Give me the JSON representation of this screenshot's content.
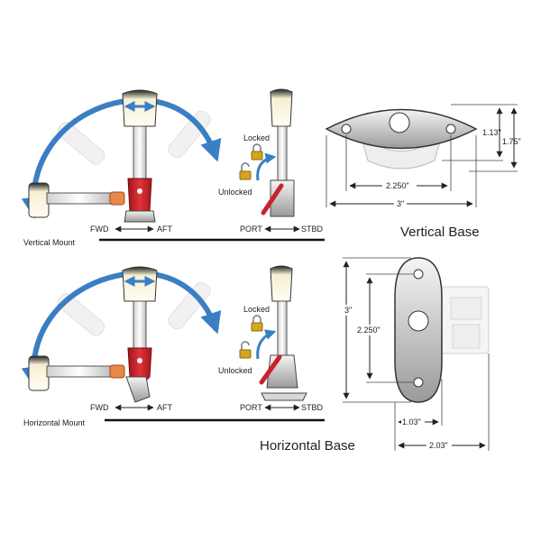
{
  "colors": {
    "arrow": "#3a7fc4",
    "lever": "#c8232c",
    "lever_tip": "#e8884a",
    "pole": "#f2f2f2",
    "outline": "#333333",
    "ghost": "#dcdcdc",
    "base_fill": "#e6e6e6"
  },
  "vertical_mount": {
    "caption": "Vertical Mount",
    "fwd": "FWD",
    "aft": "AFT",
    "port": "PORT",
    "stbd": "STBD",
    "locked": "Locked",
    "unlocked": "Unlocked"
  },
  "horizontal_mount": {
    "caption": "Horizontal Mount",
    "fwd": "FWD",
    "aft": "AFT",
    "port": "PORT",
    "stbd": "STBD",
    "locked": "Locked",
    "unlocked": "Unlocked"
  },
  "vertical_base": {
    "title": "Vertical Base",
    "dim_height_inner": "1.13\"",
    "dim_height_outer": "1.75\"",
    "dim_hole_spacing": "2.250\"",
    "dim_width": "3\""
  },
  "horizontal_base": {
    "title": "Horizontal Base",
    "dim_height_outer": "3\"",
    "dim_hole_spacing": "2.250\"",
    "dim_depth_inner": "1.03\"",
    "dim_depth_outer": "2.03\""
  },
  "icons": [
    "rotation-arrow-icon",
    "padlock-locked-icon",
    "padlock-unlocked-icon",
    "double-arrow-icon"
  ]
}
